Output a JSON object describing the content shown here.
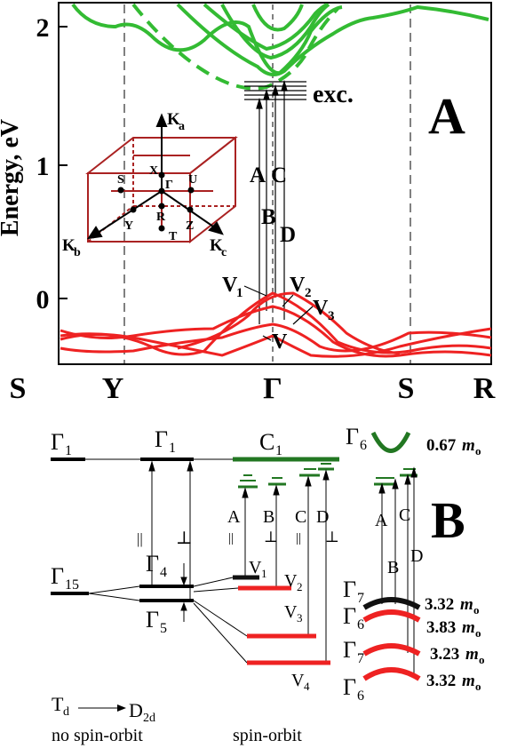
{
  "panel_a": {
    "letter": "A",
    "y_axis_label": "Energy, eV",
    "y_ticks": [
      "2",
      "1",
      "0"
    ],
    "k_labels": [
      "S",
      "Y",
      "Γ",
      "S",
      "R"
    ],
    "exciton_label": "exc.",
    "transitions": [
      "A",
      "C",
      "B",
      "D"
    ],
    "valence_labels": [
      "V",
      "1",
      "V",
      "2",
      "V",
      "3",
      "V"
    ],
    "inset": {
      "ka": "K",
      "ka_sub": "a",
      "kb": "K",
      "kb_sub": "b",
      "kc": "K",
      "kc_sub": "c",
      "points": [
        "X",
        "Γ",
        "S",
        "U",
        "Y",
        "R",
        "Z",
        "T"
      ]
    },
    "colors": {
      "conduction": "#33bb33",
      "valence": "#ee2222",
      "cell": "#aa2222"
    }
  },
  "panel_b": {
    "letter": "B",
    "left_levels": {
      "g1": "Γ",
      "g1_sub": "1",
      "g15": "Γ",
      "g15_sub": "15"
    },
    "mid_levels": {
      "g1": "Γ",
      "g1_sub": "1",
      "g4": "Γ",
      "g4_sub": "4",
      "g5": "Γ",
      "g5_sub": "5"
    },
    "polarization": [
      "||",
      "⊥",
      "||",
      "⊥",
      "||",
      "⊥"
    ],
    "c1": "C",
    "c1_sub": "1",
    "transitions": [
      "A",
      "B",
      "C",
      "D"
    ],
    "valence": [
      "V",
      "1",
      "V",
      "2",
      "V",
      "3",
      "V",
      "4"
    ],
    "right_transitions": [
      "A",
      "B",
      "C",
      "D"
    ],
    "gamma_right": [
      {
        "g": "Γ",
        "sub": "6"
      },
      {
        "g": "Γ",
        "sub": "7"
      },
      {
        "g": "Γ",
        "sub": "6"
      },
      {
        "g": "Γ",
        "sub": "7"
      },
      {
        "g": "Γ",
        "sub": "6"
      }
    ],
    "masses": [
      {
        "val": "0.67",
        "m": "m",
        "sub": "o"
      },
      {
        "val": "3.32",
        "m": "m",
        "sub": "o"
      },
      {
        "val": "3.83",
        "m": "m",
        "sub": "o"
      },
      {
        "val": "3.23",
        "m": "m",
        "sub": "o"
      },
      {
        "val": "3.32",
        "m": "m",
        "sub": "o"
      }
    ],
    "symmetry": {
      "td": "T",
      "td_sub": "d",
      "d2d": "D",
      "d2d_sub": "2d"
    },
    "captions": [
      "no spin-orbit",
      "spin-orbit"
    ],
    "colors": {
      "level": "#111111",
      "conduction": "#227722",
      "valence": "#ee2222"
    }
  }
}
